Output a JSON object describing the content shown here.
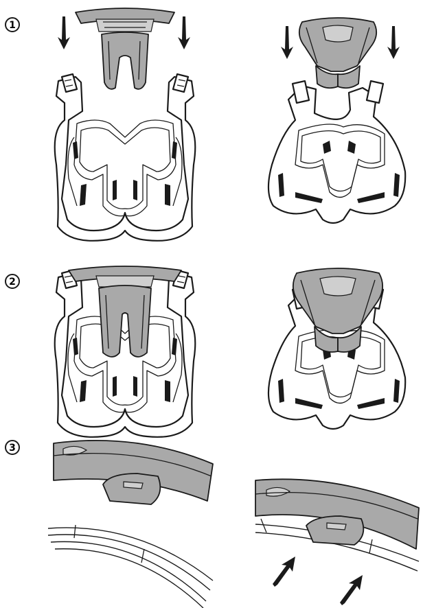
{
  "steps": [
    {
      "marker": "1"
    },
    {
      "marker": "2"
    },
    {
      "marker": "3"
    }
  ],
  "colors": {
    "line": "#1a1a1a",
    "component_fill": "#a9a9a9",
    "highlight_fill": "#cfcfcf",
    "background": "#ffffff"
  }
}
